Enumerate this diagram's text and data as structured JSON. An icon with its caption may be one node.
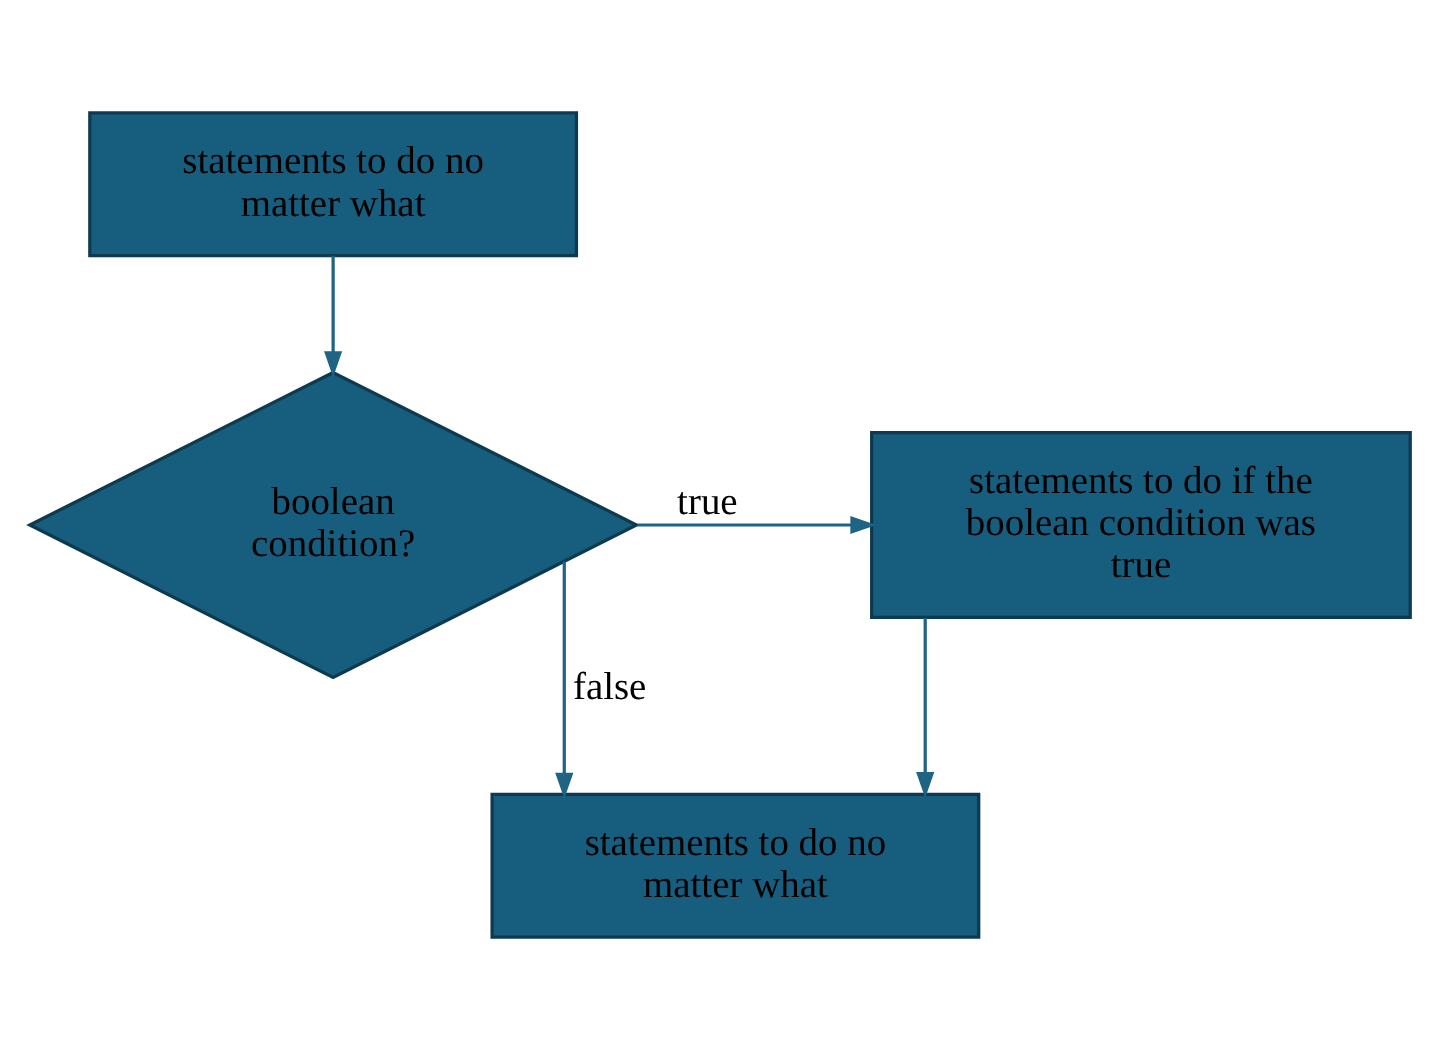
{
  "diagram": {
    "nodes": [
      {
        "text": [
          "statements to do no matter what"
        ]
      },
      {
        "text": [
          "boolean condition?"
        ]
      },
      {
        "text": [
          "statements to do if the boolean condition was true"
        ]
      },
      {
        "text": [
          "statements to do no matter what"
        ]
      }
    ],
    "edges": [
      {
        "from": 0,
        "to": 1,
        "arrow": "to"
      },
      {
        "from": 1,
        "to": 2,
        "arrow": "to",
        "label": "true"
      },
      {
        "from": 1,
        "to": 3,
        "arrow": "to",
        "label": "false"
      },
      {
        "from": 2,
        "to": 3,
        "arrow": "to"
      }
    ]
  }
}
